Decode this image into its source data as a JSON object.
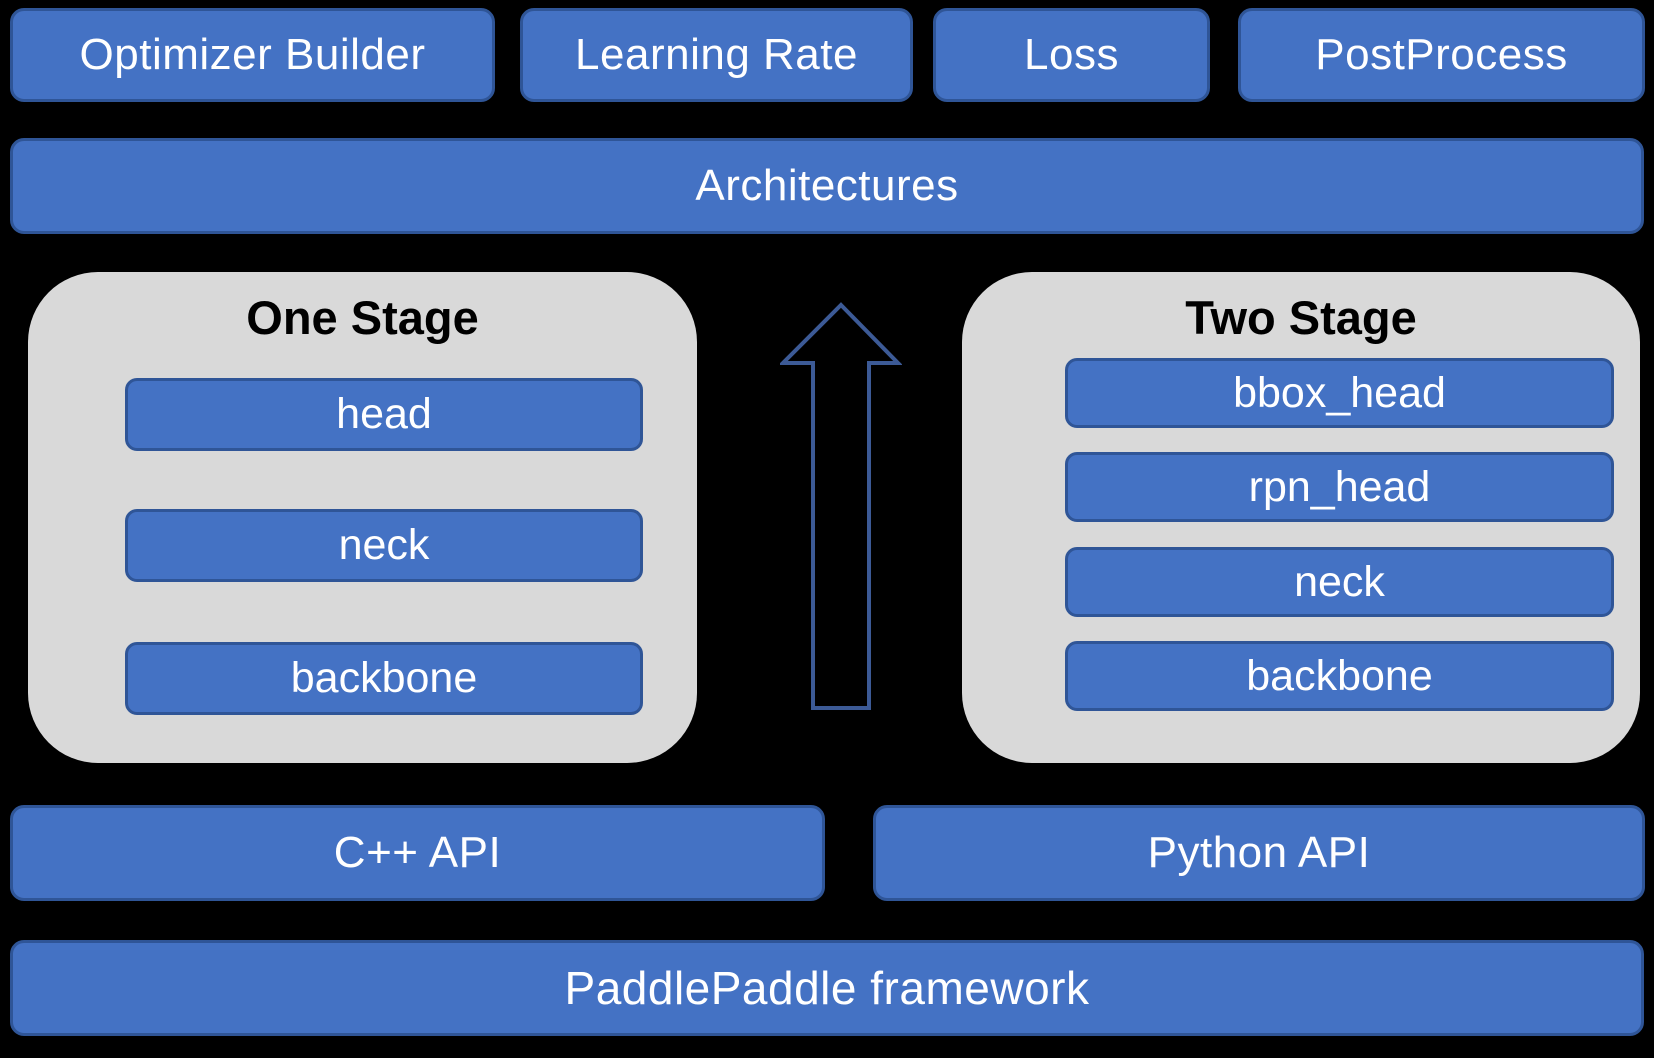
{
  "canvas": {
    "background": "#000000"
  },
  "colors": {
    "box_fill": "#4472C4",
    "box_border": "#2F5597",
    "container_fill": "#D9D9D9",
    "arrow_stroke": "#3C5A96",
    "box_text": "#FFFFFF",
    "title_text": "#000000"
  },
  "top_row": {
    "items": [
      {
        "label": "Optimizer Builder"
      },
      {
        "label": "Learning Rate"
      },
      {
        "label": "Loss"
      },
      {
        "label": "PostProcess"
      }
    ]
  },
  "architectures": {
    "label": "Architectures"
  },
  "one_stage": {
    "title": "One Stage",
    "layers": [
      {
        "label": "head"
      },
      {
        "label": "neck"
      },
      {
        "label": "backbone"
      }
    ]
  },
  "two_stage": {
    "title": "Two Stage",
    "layers": [
      {
        "label": "bbox_head"
      },
      {
        "label": "rpn_head"
      },
      {
        "label": "neck"
      },
      {
        "label": "backbone"
      }
    ]
  },
  "arrow": {
    "meaning": "bottom-up composition arrow"
  },
  "api_row": {
    "items": [
      {
        "label": "C++ API"
      },
      {
        "label": "Python API"
      }
    ]
  },
  "framework": {
    "label": "PaddlePaddle framework"
  }
}
